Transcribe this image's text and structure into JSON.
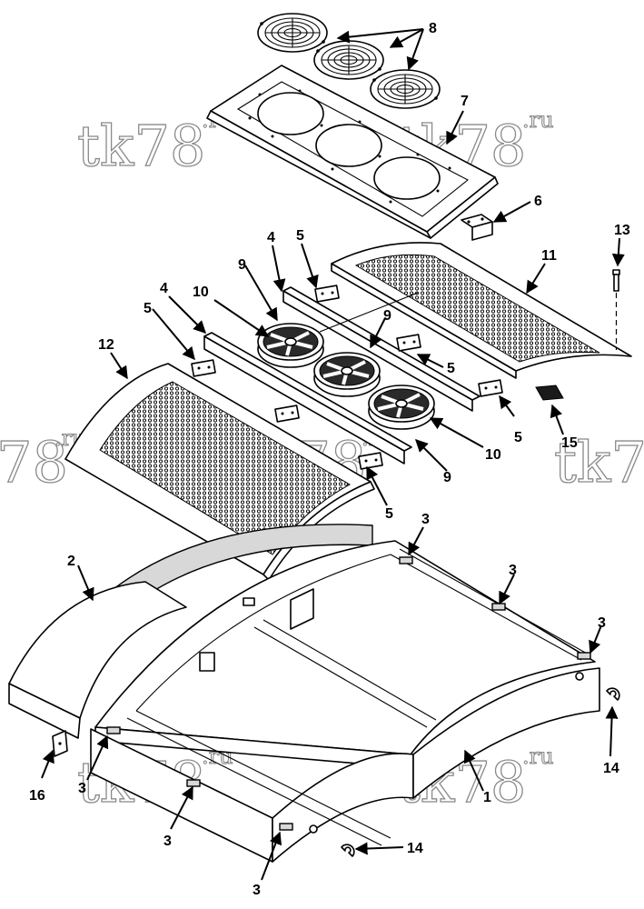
{
  "watermarks": [
    {
      "id": "wm1",
      "text": "tk78",
      "suffix": ".ru"
    },
    {
      "id": "wm2",
      "text": "tk78",
      "suffix": ".ru"
    },
    {
      "id": "wm3",
      "text": "78",
      "suffix": ".ru"
    },
    {
      "id": "wm4",
      "text": "tk78",
      "suffix": ".ru"
    },
    {
      "id": "wm5",
      "text": "tk7",
      "suffix": ""
    },
    {
      "id": "wm6",
      "text": "tk78",
      "suffix": ".ru"
    },
    {
      "id": "wm7",
      "text": "tk78",
      "suffix": ".ru"
    }
  ],
  "callouts": {
    "c1": "1",
    "c2": "2",
    "c3a": "3",
    "c3b": "3",
    "c3c": "3",
    "c3d": "3",
    "c3e": "3",
    "c3f": "3",
    "c4a": "4",
    "c4b": "4",
    "c5a": "5",
    "c5b": "5",
    "c5c": "5",
    "c5d": "5",
    "c5e": "5",
    "c6": "6",
    "c7": "7",
    "c8": "8",
    "c9a": "9",
    "c9b": "9",
    "c9c": "9",
    "c10a": "10",
    "c10b": "10",
    "c11": "11",
    "c12": "12",
    "c13": "13",
    "c14a": "14",
    "c14b": "14",
    "c15": "15",
    "c16": "16"
  },
  "parts": {
    "fan_guards": 3,
    "fans": 3,
    "fan_plate_holes": 3
  }
}
